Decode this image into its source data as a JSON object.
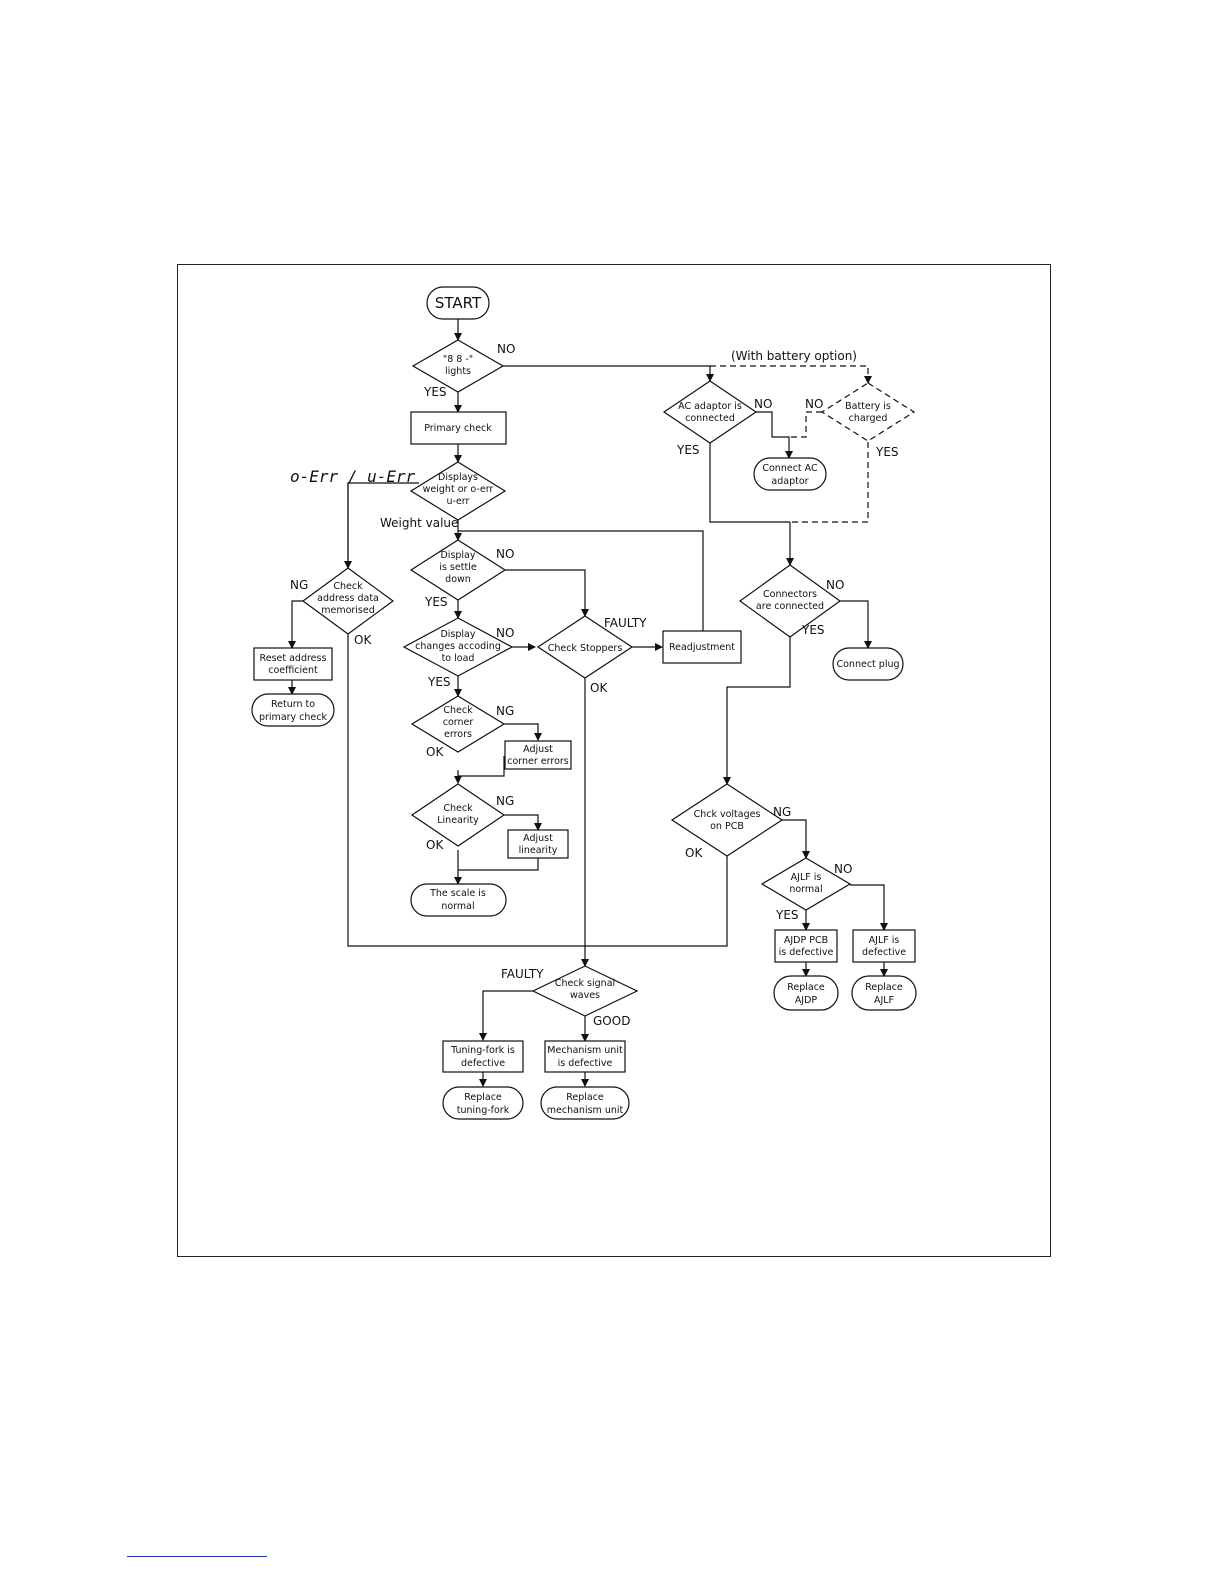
{
  "labels": {
    "start": "START",
    "no": "NO",
    "yes": "YES",
    "ng": "NG",
    "ok": "OK",
    "faulty": "FAULTY",
    "good": "GOOD",
    "weight_value": "Weight value",
    "battery_option": "(With battery option)",
    "err_display": "o-Err / u-Err"
  },
  "nodes": {
    "lights": [
      "\"8 8 -\"",
      "lights"
    ],
    "primary_check": [
      "Primary check"
    ],
    "displays_weight": [
      "Displays",
      "weight or o-err",
      "u-err"
    ],
    "display_settle": [
      "Display",
      "is settle",
      "down"
    ],
    "display_changes": [
      "Display",
      "changes accoding",
      "to load"
    ],
    "check_stoppers": [
      "Check Stoppers"
    ],
    "readjustment": [
      "Readjustment"
    ],
    "check_corner": [
      "Check",
      "corner",
      "errors"
    ],
    "adjust_corner": [
      "Adjust",
      "corner errors"
    ],
    "check_linearity": [
      "Check",
      "Linearity"
    ],
    "adjust_linearity": [
      "Adjust",
      "linearity"
    ],
    "scale_normal": [
      "The scale is",
      "normal"
    ],
    "check_address": [
      "Check",
      "address data",
      "memorised"
    ],
    "reset_address": [
      "Reset address",
      "coefficient"
    ],
    "return_primary": [
      "Return to",
      "primary check"
    ],
    "ac_connected": [
      "AC adaptor is",
      "connected"
    ],
    "battery_charged": [
      "Battery is",
      "charged"
    ],
    "connect_ac": [
      "Connect AC",
      "adaptor"
    ],
    "connectors_connected": [
      "Connectors",
      "are connected"
    ],
    "connect_plug": [
      "Connect plug"
    ],
    "check_voltages": [
      "Chck voltages",
      "on PCB"
    ],
    "ajlf_normal": [
      "AJLF is",
      "normal"
    ],
    "ajdp_defective": [
      "AJDP PCB",
      "is defective"
    ],
    "ajlf_defective": [
      "AJLF is",
      "defective"
    ],
    "replace_ajdp": [
      "Replace",
      "AJDP"
    ],
    "replace_ajlf": [
      "Replace",
      "AJLF"
    ],
    "check_signal": [
      "Check signal",
      "waves"
    ],
    "tuning_fork_defective": [
      "Tuning-fork is",
      "defective"
    ],
    "mechanism_defective": [
      "Mechanism unit",
      "is defective"
    ],
    "replace_tuning_fork": [
      "Replace",
      "tuning-fork"
    ],
    "replace_mechanism": [
      "Replace",
      "mechanism unit"
    ]
  }
}
